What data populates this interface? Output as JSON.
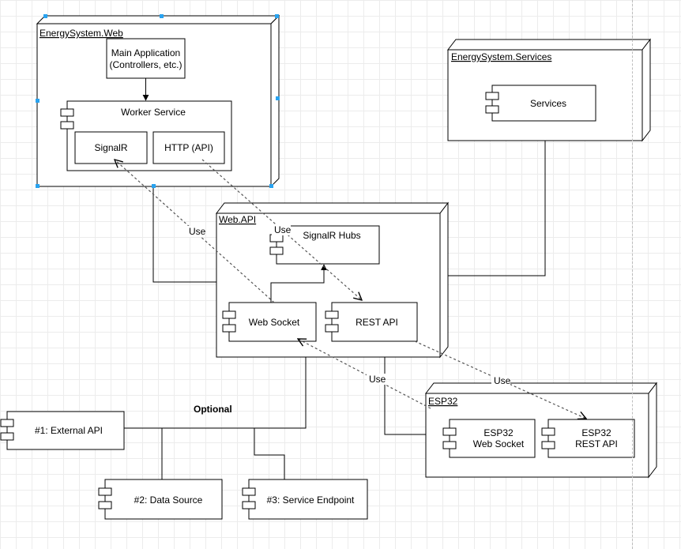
{
  "nodes": {
    "web": {
      "title": "EnergySystem.Web"
    },
    "services_node": {
      "title": "EnergySystem.Services"
    },
    "webapi": {
      "title": "Web.API"
    },
    "esp32": {
      "title": "ESP32"
    }
  },
  "components": {
    "main_app": {
      "line1": "Main Application",
      "line2": "(Controllers, etc.)"
    },
    "worker_service": {
      "label": "Worker Service"
    },
    "signalr": {
      "label": "SignalR"
    },
    "http_api": {
      "label": "HTTP (API)"
    },
    "services": {
      "label": "Services"
    },
    "signalr_hubs": {
      "label": "SignalR Hubs"
    },
    "web_socket": {
      "label": "Web Socket"
    },
    "rest_api": {
      "label": "REST API"
    },
    "esp32_web_socket": {
      "line1": "ESP32",
      "line2": "Web Socket"
    },
    "esp32_rest_api": {
      "line1": "ESP32",
      "line2": "REST API"
    },
    "external_api": {
      "label": "#1: External API"
    },
    "data_source": {
      "label": "#2: Data Source"
    },
    "service_endpoint": {
      "label": "#3: Service Endpoint"
    }
  },
  "edge_labels": {
    "use_signalr_websocket": "Use",
    "use_http_rest": "Use",
    "use_esp32_websocket": "Use",
    "use_esp32_rest": "Use",
    "optional": "Optional"
  },
  "colors": {
    "stroke": "#000000",
    "background": "#ffffff",
    "grid": "#ececec",
    "selection_handle": "#29a3f0",
    "dashed_arrow": "#555555"
  }
}
